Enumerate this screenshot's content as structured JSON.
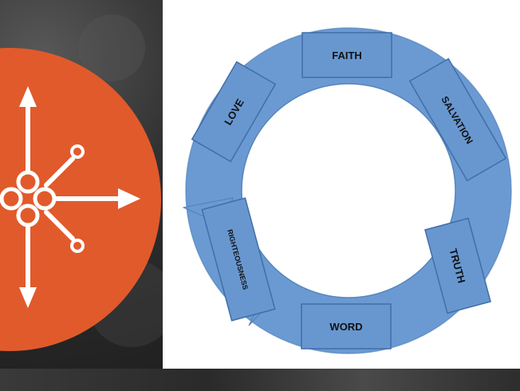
{
  "image": {
    "left_emblem_icon": "arrows-emblem-icon",
    "orange": "#e15a2b",
    "ring_fill": "#6b9ad3",
    "ring_stroke": "#4f7fb8",
    "segment_fill": "#6897d0",
    "segment_stroke": "#3f6ea8"
  },
  "cycle": {
    "segments": [
      {
        "label": "FAITH"
      },
      {
        "label": "SALVATION"
      },
      {
        "label": "TRUTH"
      },
      {
        "label": "WORD"
      },
      {
        "label": "RIGHTEOUSNESS"
      },
      {
        "label": "LOVE"
      }
    ]
  }
}
